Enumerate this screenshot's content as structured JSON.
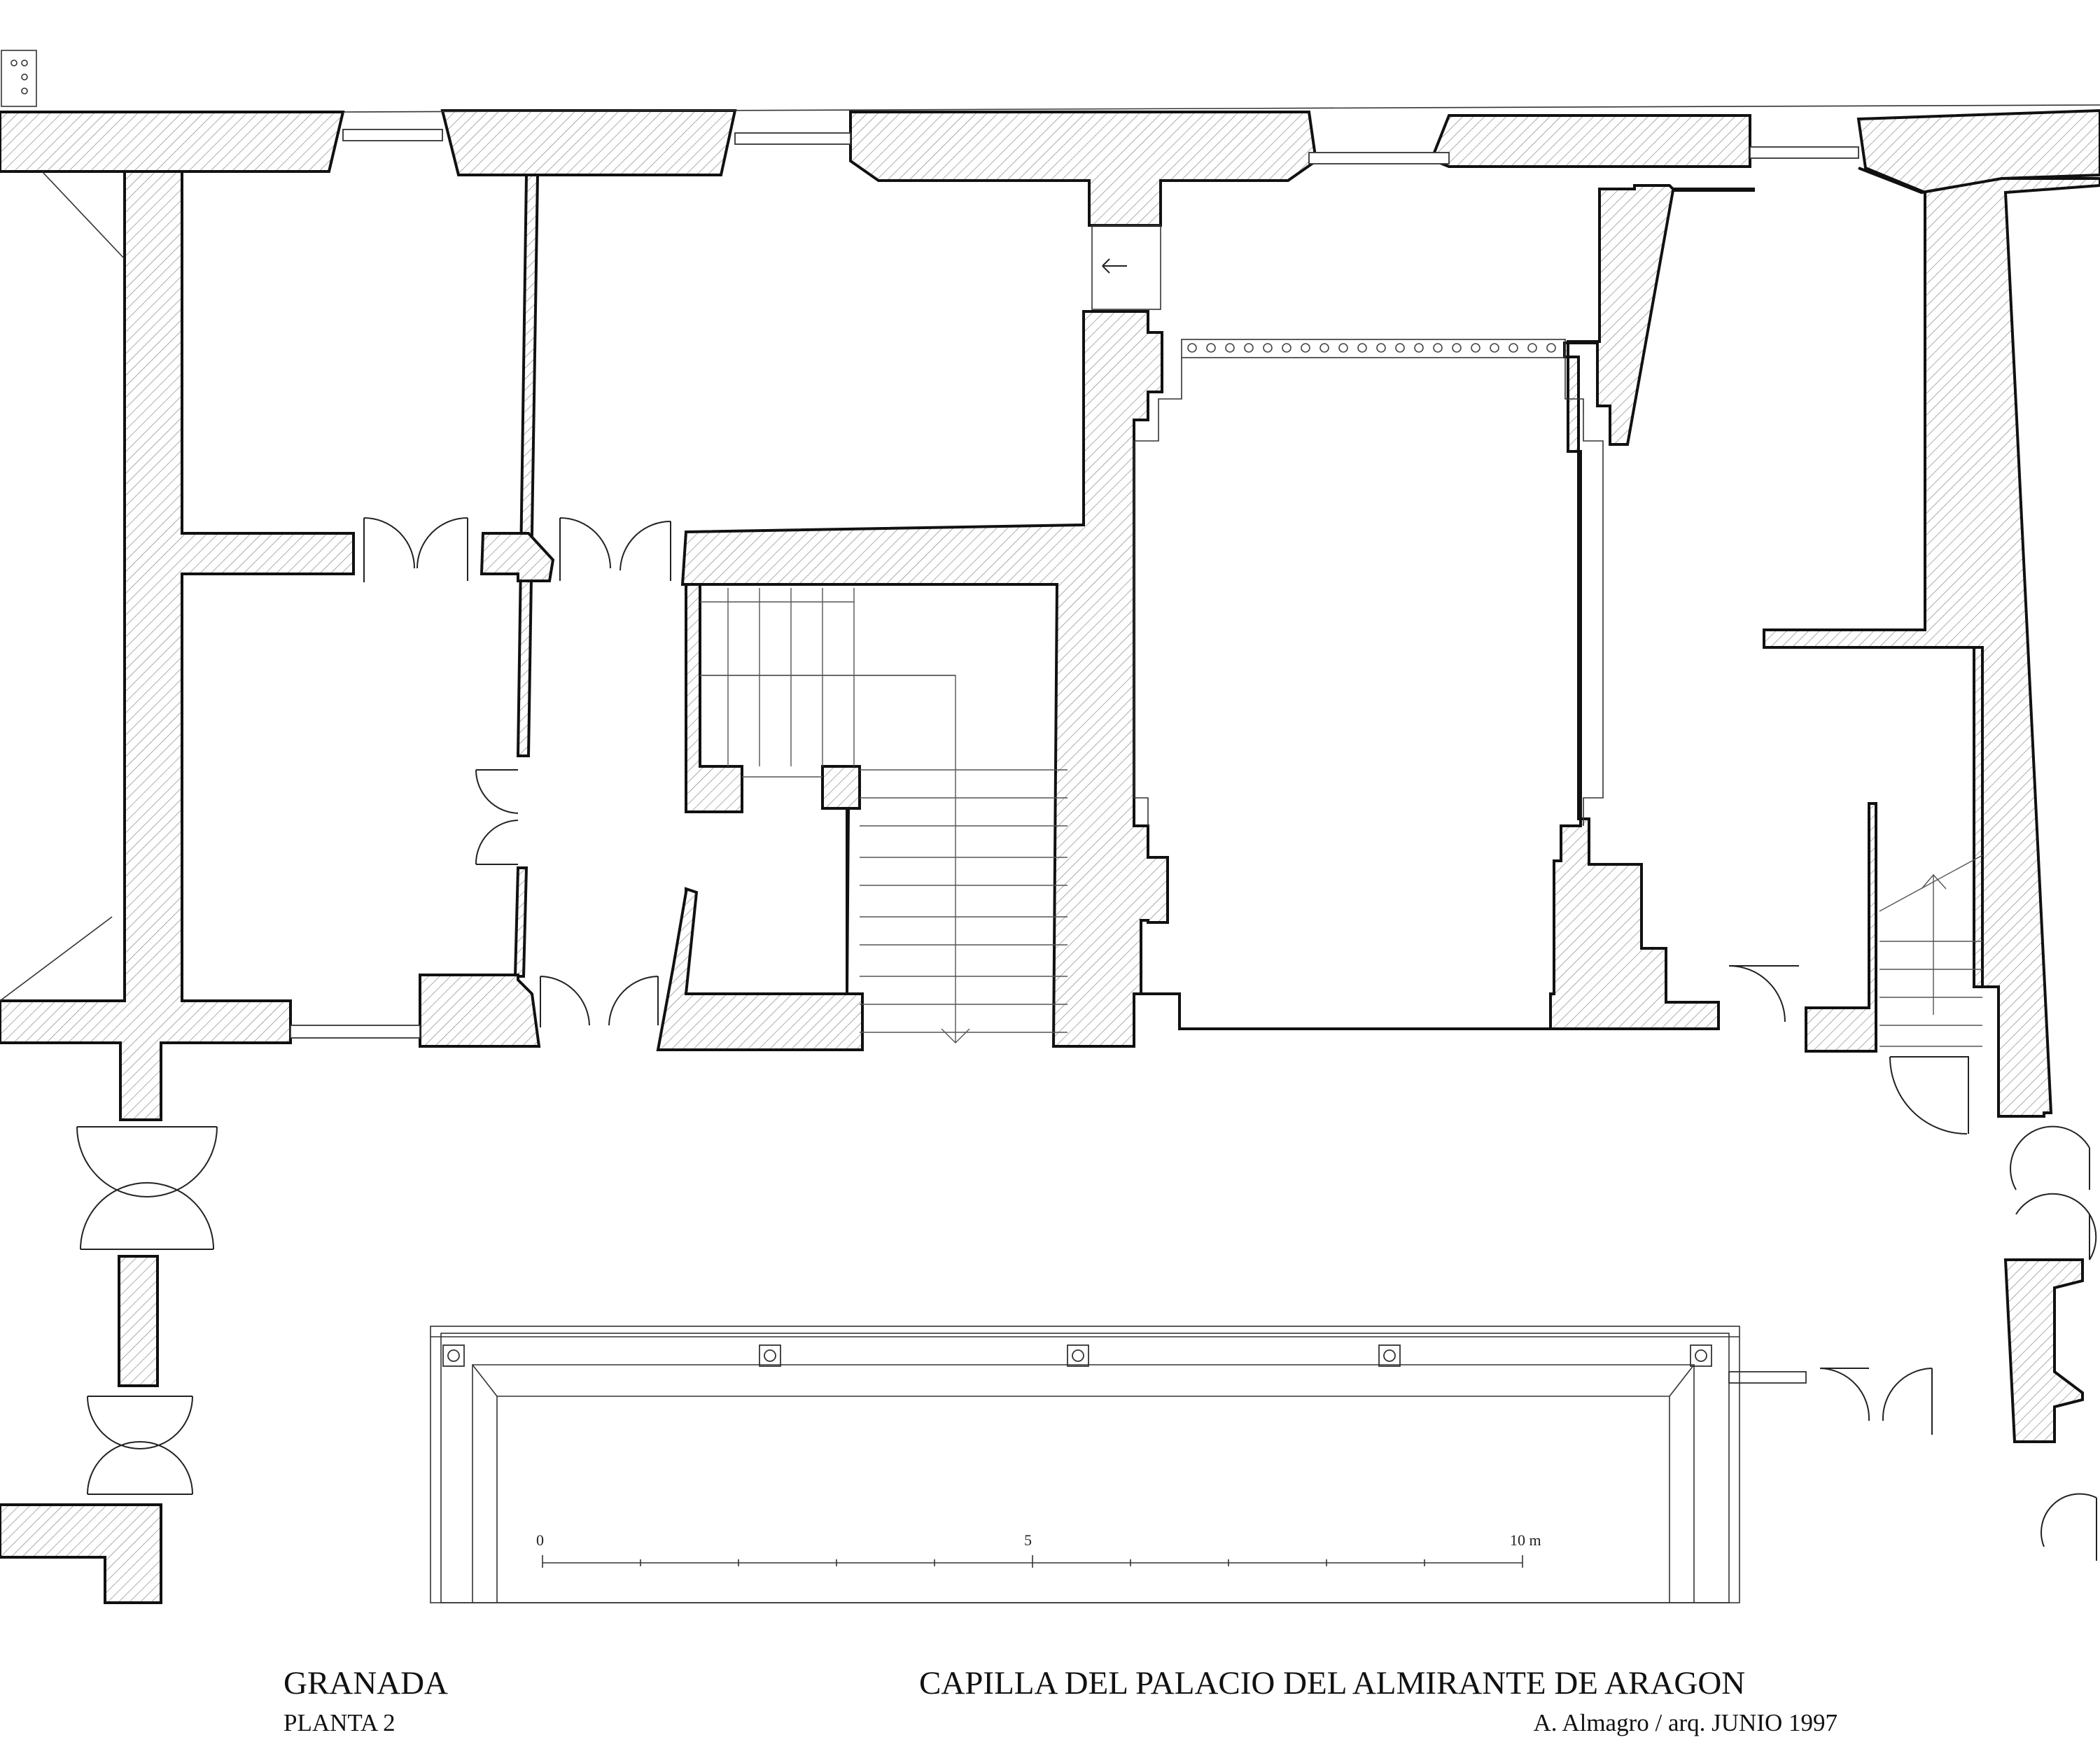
{
  "title_block": {
    "city": "GRANADA",
    "floor": "PLANTA 2",
    "title": "CAPILLA DEL PALACIO DEL ALMIRANTE DE ARAGON",
    "author": "A. Almagro / arq.  JUNIO 1997"
  },
  "scale_bar": {
    "labels": [
      "0",
      "5",
      "10  m"
    ]
  }
}
